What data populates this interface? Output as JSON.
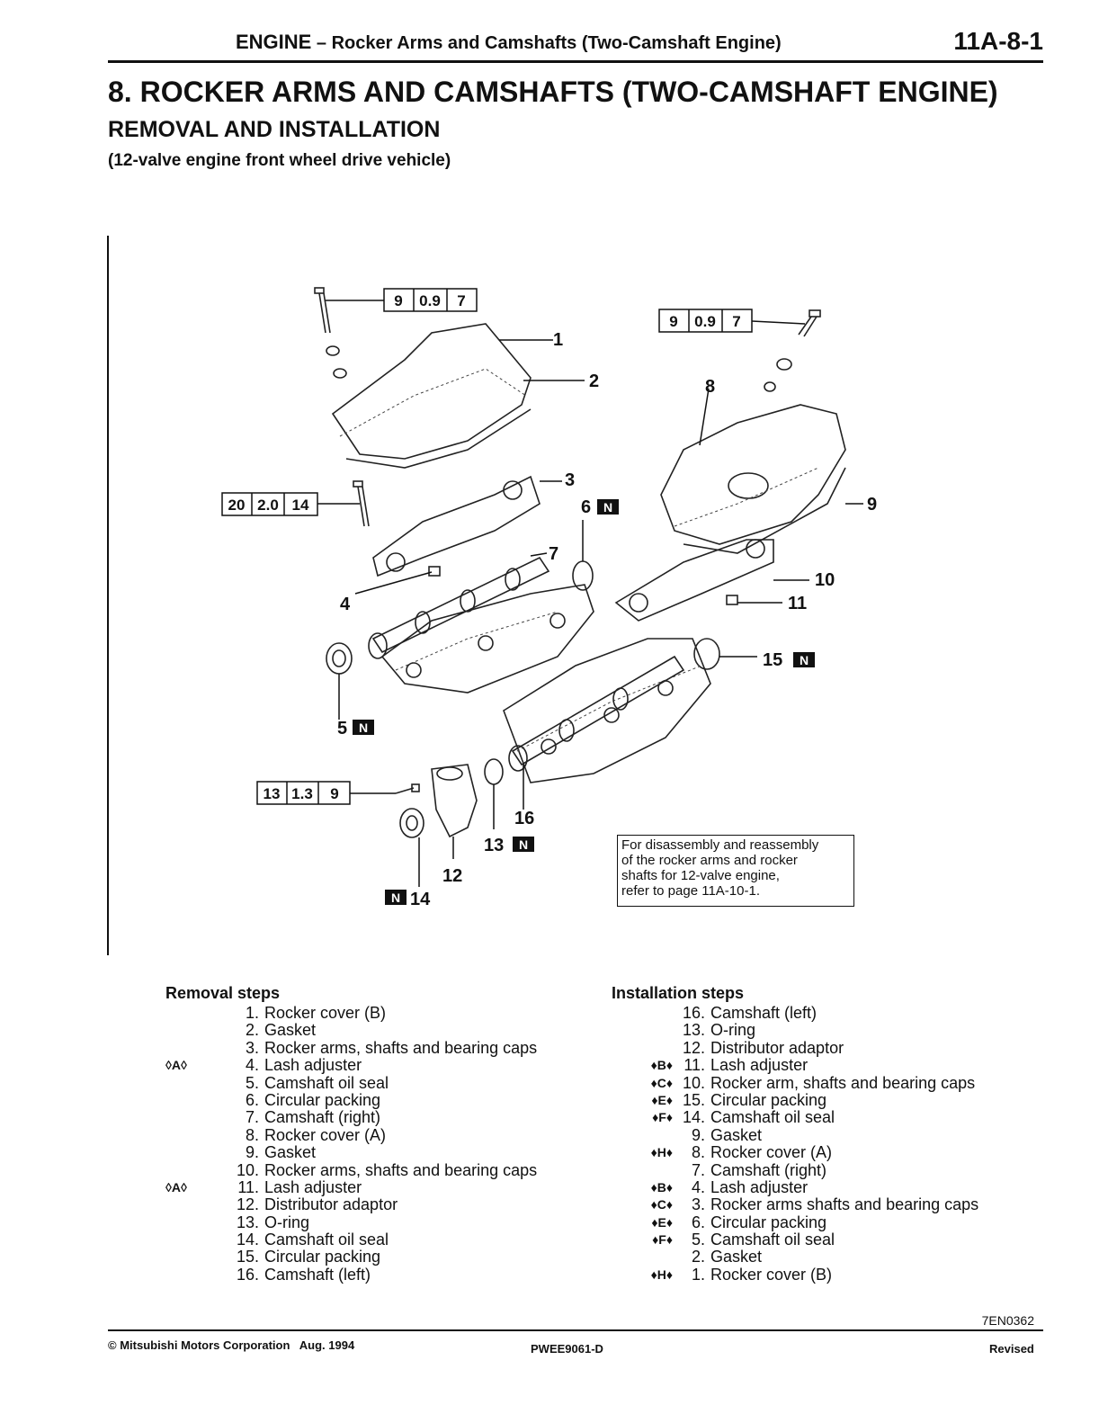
{
  "header": {
    "section": "ENGINE",
    "separator": " – ",
    "topic": "Rocker Arms and Camshafts (Two-Camshaft Engine)",
    "page_number": "11A-8-1"
  },
  "title": "8. ROCKER ARMS AND CAMSHAFTS (TWO-CAMSHAFT ENGINE)",
  "subtitle": "REMOVAL AND INSTALLATION",
  "scope": "(12-valve engine front wheel drive vehicle)",
  "diagram": {
    "torque_specs": [
      [
        "9",
        "0.9",
        "7"
      ],
      [
        "9",
        "0.9",
        "7"
      ],
      [
        "20",
        "2.0",
        "14"
      ],
      [
        "13",
        "1.3",
        "9"
      ]
    ],
    "callouts": [
      "1",
      "2",
      "3",
      "4",
      "5",
      "6",
      "7",
      "8",
      "9",
      "10",
      "11",
      "12",
      "13",
      "14",
      "15",
      "16"
    ],
    "n_badge": "N",
    "note": [
      "For disassembly and reassembly",
      "of the rocker arms and rocker",
      "shafts for 12-valve engine,",
      "refer to page 11A-10-1."
    ]
  },
  "removal": {
    "heading": "Removal steps",
    "steps": [
      {
        "mark": "",
        "num": "1.",
        "label": "Rocker cover (B)"
      },
      {
        "mark": "",
        "num": "2.",
        "label": "Gasket"
      },
      {
        "mark": "",
        "num": "3.",
        "label": "Rocker arms, shafts and bearing caps"
      },
      {
        "mark": "◊A◊",
        "num": "4.",
        "label": "Lash adjuster"
      },
      {
        "mark": "",
        "num": "5.",
        "label": "Camshaft oil seal"
      },
      {
        "mark": "",
        "num": "6.",
        "label": "Circular packing"
      },
      {
        "mark": "",
        "num": "7.",
        "label": "Camshaft (right)"
      },
      {
        "mark": "",
        "num": "8.",
        "label": "Rocker cover (A)"
      },
      {
        "mark": "",
        "num": "9.",
        "label": "Gasket"
      },
      {
        "mark": "",
        "num": "10.",
        "label": "Rocker arms, shafts and bearing caps"
      },
      {
        "mark": "◊A◊",
        "num": "11.",
        "label": "Lash adjuster"
      },
      {
        "mark": "",
        "num": "12.",
        "label": "Distributor adaptor"
      },
      {
        "mark": "",
        "num": "13.",
        "label": "O-ring"
      },
      {
        "mark": "",
        "num": "14.",
        "label": "Camshaft oil seal"
      },
      {
        "mark": "",
        "num": "15.",
        "label": "Circular packing"
      },
      {
        "mark": "",
        "num": "16.",
        "label": "Camshaft (left)"
      }
    ]
  },
  "installation": {
    "heading": "Installation steps",
    "steps": [
      {
        "mark": "",
        "num": "16.",
        "label": "Camshaft (left)"
      },
      {
        "mark": "",
        "num": "13.",
        "label": "O-ring"
      },
      {
        "mark": "",
        "num": "12.",
        "label": "Distributor adaptor"
      },
      {
        "mark": "♦B♦",
        "num": "11.",
        "label": "Lash adjuster"
      },
      {
        "mark": "♦C♦",
        "num": "10.",
        "label": "Rocker arm, shafts and bearing caps"
      },
      {
        "mark": "♦E♦",
        "num": "15.",
        "label": "Circular packing"
      },
      {
        "mark": "♦F♦",
        "num": "14.",
        "label": "Camshaft oil seal"
      },
      {
        "mark": "",
        "num": "9.",
        "label": "Gasket"
      },
      {
        "mark": "♦H♦",
        "num": "8.",
        "label": "Rocker cover (A)"
      },
      {
        "mark": "",
        "num": "7.",
        "label": "Camshaft (right)"
      },
      {
        "mark": "♦B♦",
        "num": "4.",
        "label": "Lash adjuster"
      },
      {
        "mark": "♦C♦",
        "num": "3.",
        "label": "Rocker arms shafts and bearing caps"
      },
      {
        "mark": "♦E♦",
        "num": "6.",
        "label": "Circular packing"
      },
      {
        "mark": "♦F♦",
        "num": "5.",
        "label": "Camshaft oil seal"
      },
      {
        "mark": "",
        "num": "2.",
        "label": "Gasket"
      },
      {
        "mark": "♦H♦",
        "num": "1.",
        "label": "Rocker cover (B)"
      }
    ]
  },
  "figure_code": "7EN0362",
  "footer": {
    "copyright": "© Mitsubishi Motors Corporation",
    "date": "Aug. 1994",
    "doc_number": "PWEE9061-D",
    "status": "Revised"
  }
}
